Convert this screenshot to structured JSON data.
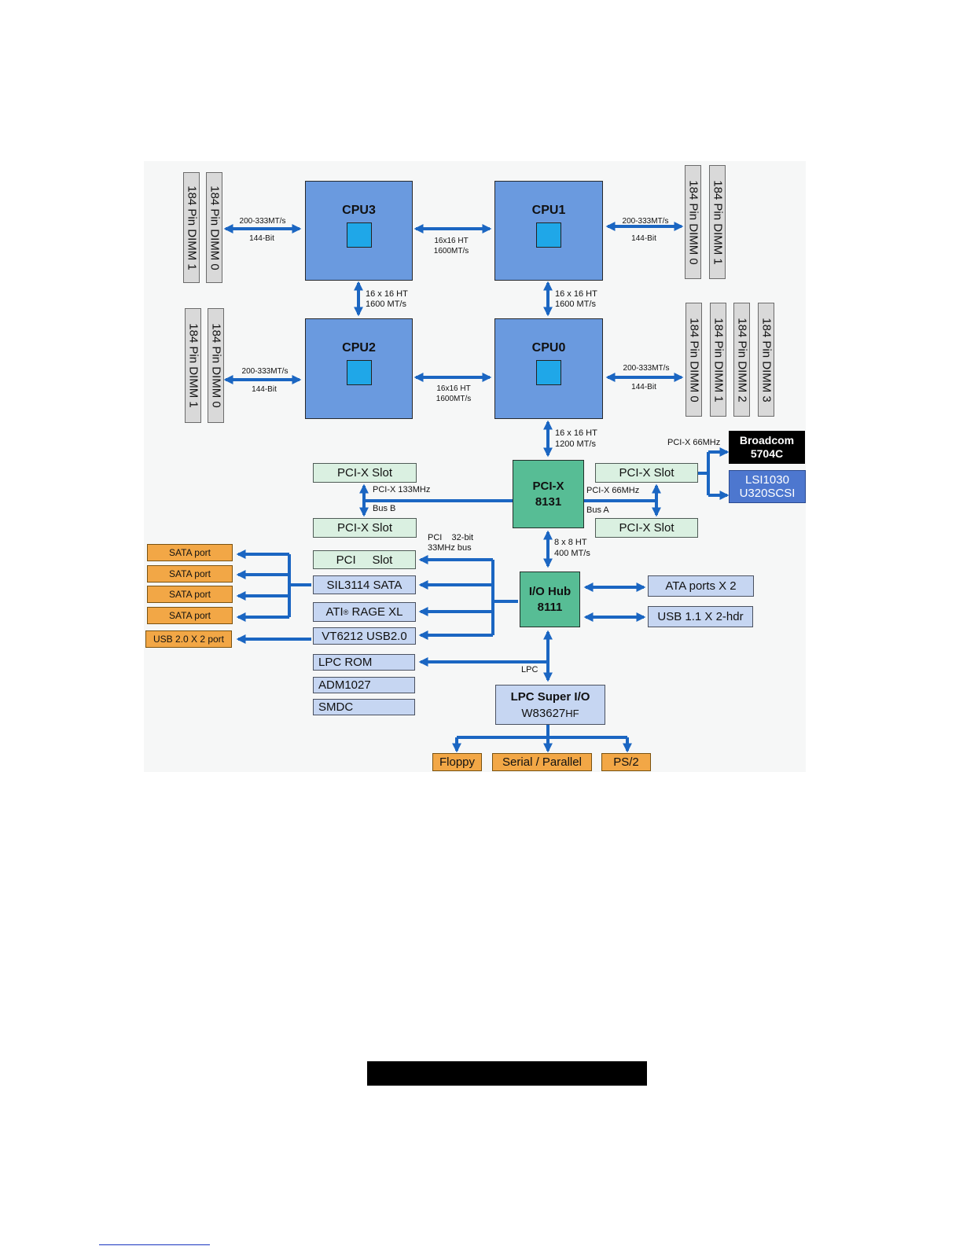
{
  "cpus": {
    "cpu3": "CPU3",
    "cpu1": "CPU1",
    "cpu2": "CPU2",
    "cpu0": "CPU0"
  },
  "dimm_label_0": "184 Pin DIMM 0",
  "dimm_label_1": "184 Pin DIMM 1",
  "dimm_label_2": "184 Pin DIMM 2",
  "dimm_label_3": "184 Pin DIMM 3",
  "mem_bus": {
    "rate": "200-333MT/s",
    "width": "144-Bit"
  },
  "ht_horizontal": {
    "width": "16x16 HT",
    "rate": "1600MT/s"
  },
  "ht_vertical": {
    "width": "16 x 16 HT",
    "rate": "1600 MT/s"
  },
  "ht_pcix": {
    "width": "16 x 16 HT",
    "rate": "1200 MT/s"
  },
  "ht_iohub": {
    "width": "8 x 8 HT",
    "rate": "400 MT/s"
  },
  "pcix_chip": {
    "line1": "PCI-X",
    "line2": "8131"
  },
  "pcix_slot": "PCI-X Slot",
  "bus_b": {
    "speed": "PCI-X 133MHz",
    "name": "Bus B"
  },
  "bus_a": {
    "speed": "PCI-X 66MHz",
    "name": "Bus A"
  },
  "nic_bus": "PCI-X 66MHz",
  "broadcom": {
    "line1": "Broadcom",
    "line2": "5704C"
  },
  "lsi": {
    "line1": "LSI1030",
    "line2": "U320SCSI"
  },
  "pci_bus": {
    "line1": "PCI    32-bit",
    "line2": "33MHz bus"
  },
  "left_devices": {
    "pci_slot": "PCI     Slot",
    "sata": "SIL3114 SATA",
    "ati_prefix": "ATI",
    "ati_reg": "®",
    "ati_suffix": " RAGE XL",
    "usb": "VT6212 USB2.0",
    "lpc_rom": "LPC ROM",
    "adm": "ADM1027",
    "smdc": "SMDC"
  },
  "sata_port": "SATA port",
  "usb_port": "USB 2.0 X 2 port",
  "io_hub": {
    "line1": "I/O Hub",
    "line2": "8111"
  },
  "ata": "ATA ports X 2",
  "usb11": "USB 1.1 X 2-hdr",
  "lpc_label": "LPC",
  "superio": {
    "line1": "LPC Super I/O",
    "line2_main": "W83627",
    "line2_suffix": "HF"
  },
  "legacy": {
    "floppy": "Floppy",
    "serial": "Serial / Parallel",
    "ps2": "PS/2"
  },
  "colors": {
    "cpu": "#6a9adf",
    "die": "#1fa7e8",
    "bus_arrow": "#1b66c2",
    "chip": "#57bd95",
    "slot": "#daf0e1",
    "device": "#c6d6f2",
    "port": "#f2a746",
    "lsi": "#4d77cf",
    "broadcom": "#000000"
  }
}
